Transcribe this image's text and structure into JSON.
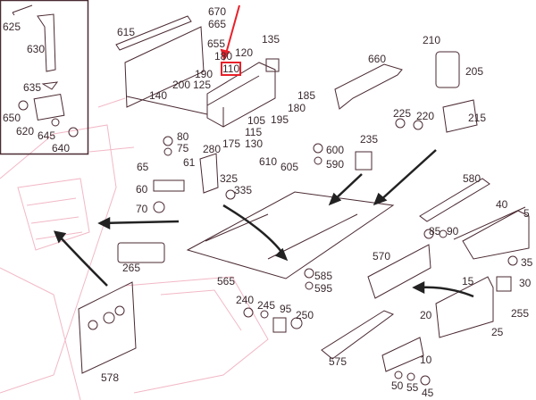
{
  "highlight": {
    "label": "110",
    "color": "#e8202a"
  },
  "colors": {
    "line": "#4a2a32",
    "background_sketch": "#f2b8c6",
    "arrow": "#222222"
  },
  "labels": [
    "615",
    "670",
    "665",
    "655",
    "135",
    "120",
    "180",
    "110",
    "190",
    "200",
    "125",
    "140",
    "185",
    "180",
    "195",
    "105",
    "115",
    "130",
    "175",
    "625",
    "630",
    "635",
    "650",
    "620",
    "645",
    "640",
    "210",
    "660",
    "205",
    "225",
    "220",
    "215",
    "80",
    "75",
    "65",
    "61",
    "280",
    "325",
    "335",
    "610",
    "605",
    "600",
    "590",
    "235",
    "60",
    "70",
    "580",
    "40",
    "5",
    "85",
    "90",
    "35",
    "570",
    "15",
    "30",
    "265",
    "565",
    "585",
    "595",
    "240",
    "245",
    "95",
    "250",
    "20",
    "255",
    "25",
    "578",
    "575",
    "10",
    "50",
    "55",
    "45"
  ]
}
